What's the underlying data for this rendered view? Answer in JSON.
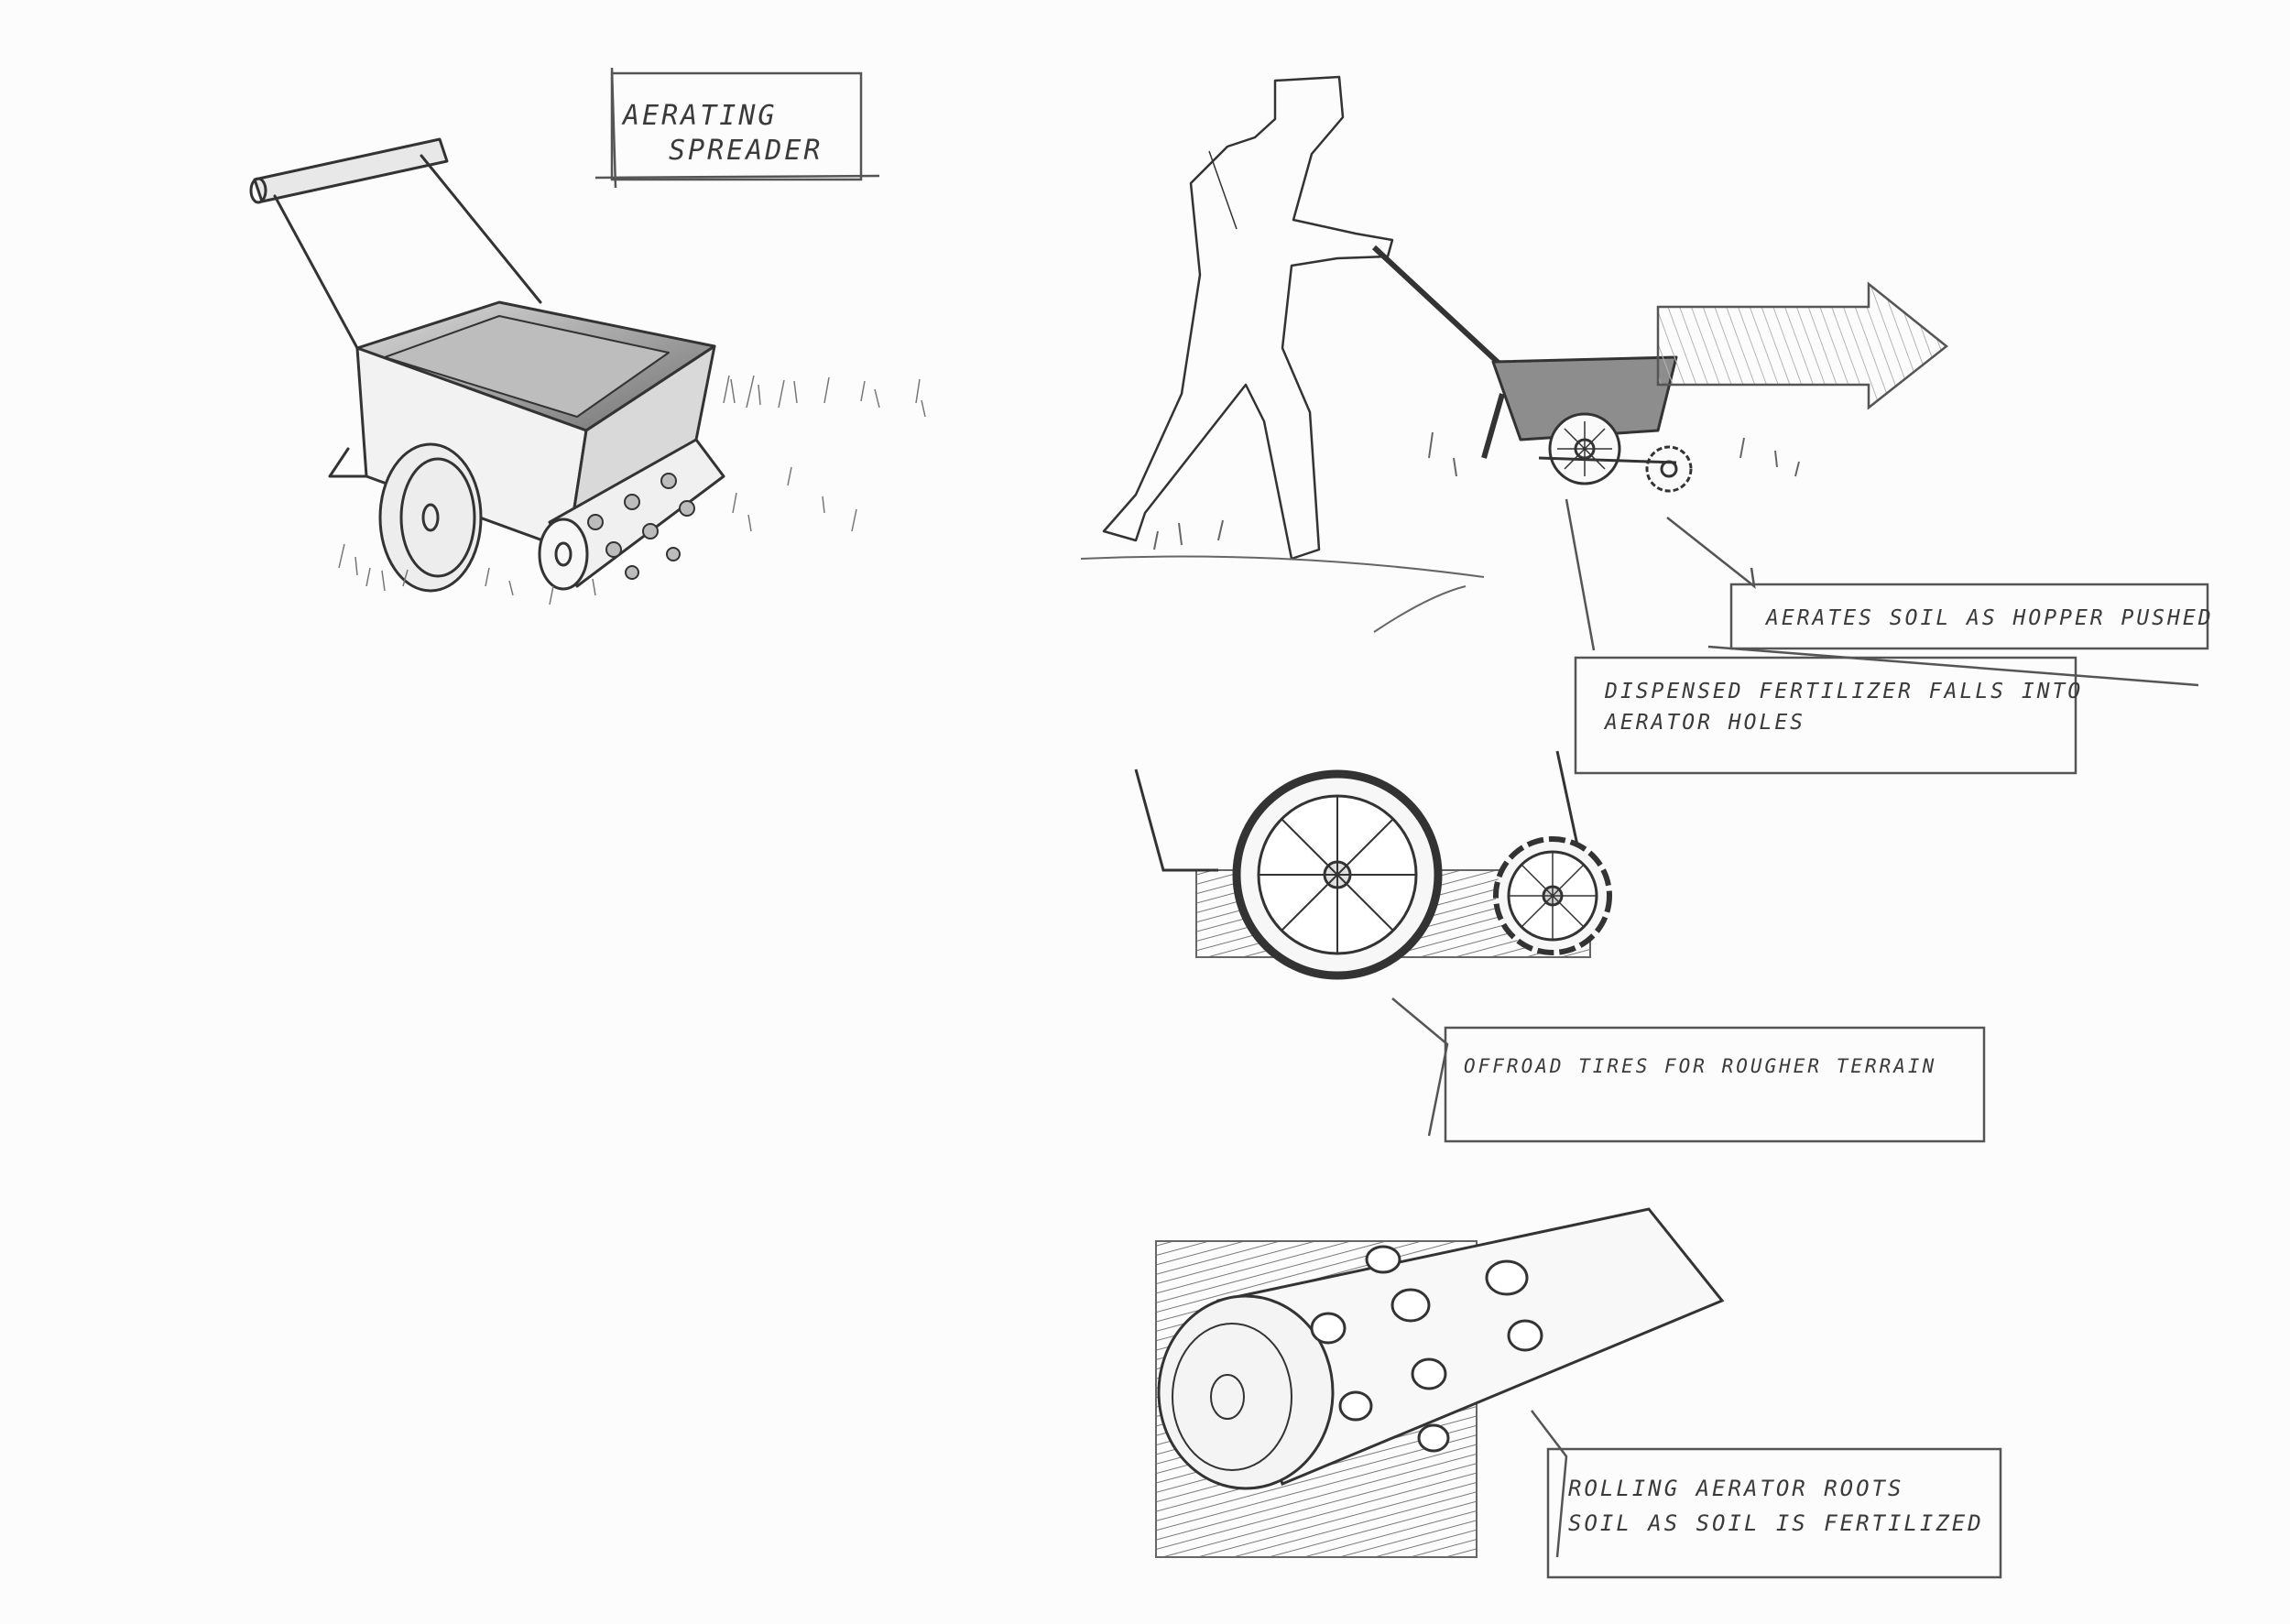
{
  "page": {
    "title": "Aerating Spreader sketch sheet"
  },
  "labels": {
    "title_line1": "AERATING",
    "title_line2": "SPREADER",
    "callout_aerates": "AERATES SOIL AS HOPPER PUSHED",
    "callout_dispensed_1": "DISPENSED FERTILIZER FALLS INTO",
    "callout_dispensed_2": "AERATOR HOLES",
    "callout_offroad": "OFFROAD TIRES FOR ROUGHER TERRAIN",
    "callout_rolling_1": "ROLLING AERATOR ROOTS",
    "callout_rolling_2": "SOIL AS SOIL IS FERTILIZED"
  },
  "colors": {
    "paper": "#fcfcfc",
    "pencil": "#3a3a3a",
    "shade": "#9a9a9a"
  }
}
